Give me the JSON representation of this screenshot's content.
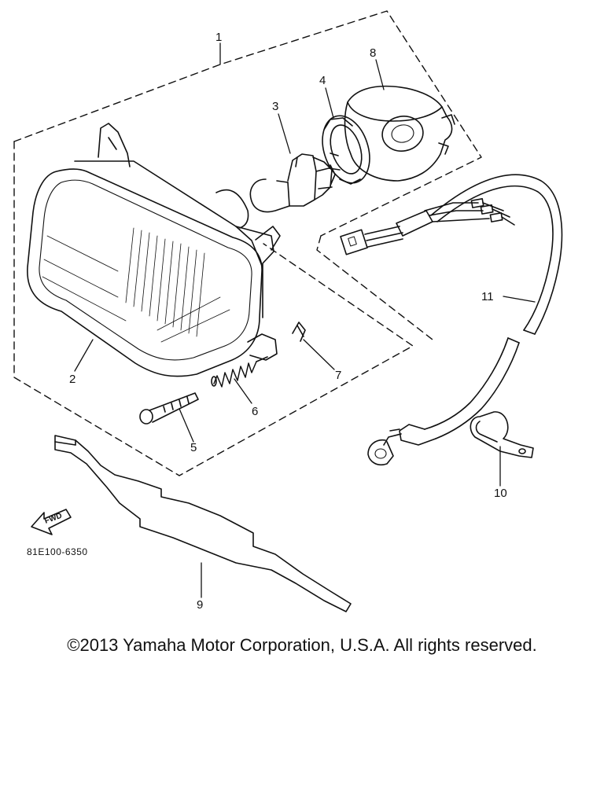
{
  "diagram": {
    "callouts": {
      "c1": "1",
      "c2": "2",
      "c3": "3",
      "c4": "4",
      "c5": "5",
      "c6": "6",
      "c7": "7",
      "c8": "8",
      "c9": "9",
      "c10": "10",
      "c11": "11"
    },
    "fwd_label": "FWD",
    "drawing_code": "81E100-6350"
  },
  "footer": {
    "copyright": "©2013 Yamaha Motor Corporation, U.S.A. All rights reserved."
  }
}
